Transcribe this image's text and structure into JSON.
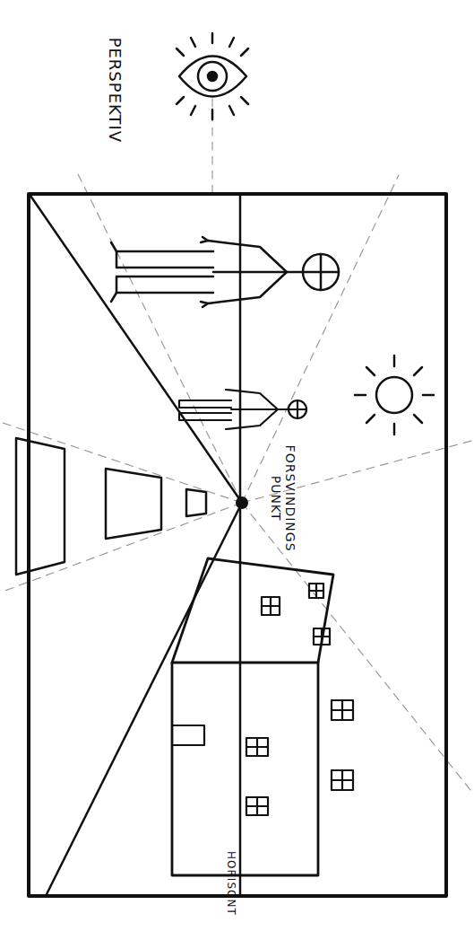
{
  "diagram": {
    "labels": [
      "PERSPEKTIV",
      "FORSVINDINGS PUNKT",
      "HORISONT"
    ]
  }
}
